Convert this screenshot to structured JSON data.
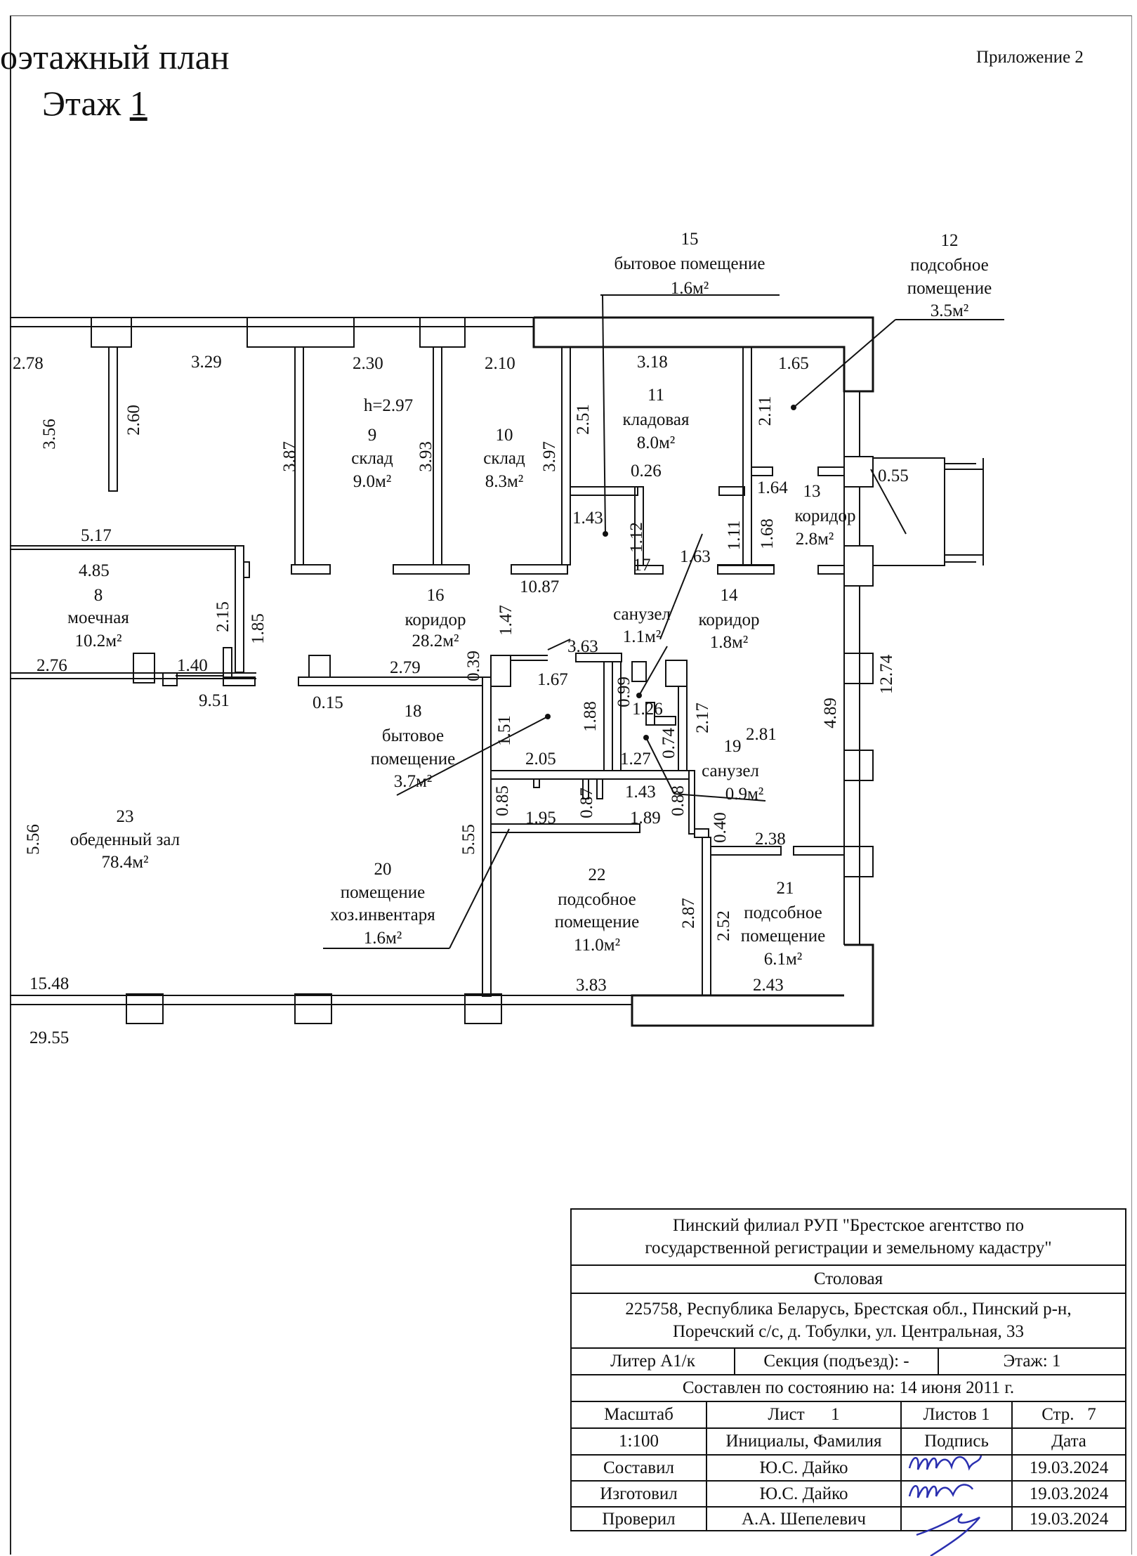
{
  "header": {
    "title": "оэтажный план",
    "floor_label": "Этаж",
    "floor_number": "1",
    "appendix": "Приложение 2"
  },
  "plan": {
    "ceiling_height": "h=2.97",
    "rooms": [
      {
        "num": "8",
        "name": "моечная",
        "area": "10.2м²"
      },
      {
        "num": "9",
        "name": "склад",
        "area": "9.0м²"
      },
      {
        "num": "10",
        "name": "склад",
        "area": "8.3м²"
      },
      {
        "num": "11",
        "name": "кладовая",
        "area": "8.0м²"
      },
      {
        "num": "12",
        "name_line1": "подсобное",
        "name_line2": "помещение",
        "area": "3.5м²"
      },
      {
        "num": "13",
        "name": "коридор",
        "area": "2.8м²"
      },
      {
        "num": "14",
        "name": "коридор",
        "area": "1.8м²"
      },
      {
        "num": "15",
        "name": "бытовое помещение",
        "area": "1.6м²"
      },
      {
        "num": "16",
        "name": "коридор",
        "area": "28.2м²"
      },
      {
        "num": "17",
        "name": "санузел",
        "area": "1.1м²"
      },
      {
        "num": "18",
        "name_line1": "бытовое",
        "name_line2": "помещение",
        "area": "3.7м²"
      },
      {
        "num": "19",
        "name": "санузел",
        "area": "0.9м²"
      },
      {
        "num": "20",
        "name_line1": "помещение",
        "name_line2": "хоз.инвентаря",
        "area": "1.6м²"
      },
      {
        "num": "21",
        "name_line1": "подсобное",
        "name_line2": "помещение",
        "area": "6.1м²"
      },
      {
        "num": "22",
        "name_line1": "подсобное",
        "name_line2": "помещение",
        "area": "11.0м²"
      },
      {
        "num": "23",
        "name": "обеденный зал",
        "area": "78.4м²"
      }
    ],
    "dimensions": {
      "d_278": "2.78",
      "d_329": "3.29",
      "d_230": "2.30",
      "d_210": "2.10",
      "d_318": "3.18",
      "d_165": "1.65",
      "d_356": "3.56",
      "d_260": "2.60",
      "d_387": "3.87",
      "d_393": "3.93",
      "d_397": "3.97",
      "d_251": "2.51",
      "d_211": "2.11",
      "d_026": "0.26",
      "d_055": "0.55",
      "d_164": "1.64",
      "d_143a": "1.43",
      "d_112": "1.12",
      "d_163": "1.63",
      "d_111": "1.11",
      "d_168": "1.68",
      "d_517": "5.17",
      "d_485": "4.85",
      "d_215": "2.15",
      "d_185": "1.85",
      "d_1087": "10.87",
      "d_147": "1.47",
      "d_363": "3.63",
      "d_1274": "12.74",
      "d_276": "2.76",
      "d_140": "1.40",
      "d_951": "9.51",
      "d_279": "2.79",
      "d_039": "0.39",
      "d_167": "1.67",
      "d_099": "0.99",
      "d_126": "1.26",
      "d_015": "0.15",
      "d_151": "1.51",
      "d_188": "1.88",
      "d_217": "2.17",
      "d_074": "0.74",
      "d_281": "2.81",
      "d_489": "4.89",
      "d_205": "2.05",
      "d_127": "1.27",
      "d_085": "0.85",
      "d_087": "0.87",
      "d_143b": "1.43",
      "d_088": "0.88",
      "d_195": "1.95",
      "d_189": "1.89",
      "d_040": "0.40",
      "d_238": "2.38",
      "d_556": "5.56",
      "d_555": "5.55",
      "d_287": "2.87",
      "d_252": "2.52",
      "d_1548": "15.48",
      "d_383": "3.83",
      "d_243": "2.43",
      "d_2955": "29.55"
    }
  },
  "stamp": {
    "org_line1": "Пинский филиал РУП \"Брестское агентство по",
    "org_line2": "государственной регистрации и земельному кадастру\"",
    "object": "Столовая",
    "address_line1": "225758, Республика Беларусь, Брестская обл., Пинский р-н,",
    "address_line2": "Поречский с/с, д. Тобулки, ул. Центральная, 33",
    "liter": "Литер А1/к",
    "section": "Секция (подъезд): -",
    "floor": "Этаж: 1",
    "as_of": "Составлен по состоянию на: 14 июня 2011 г.",
    "scale_label": "Масштаб",
    "sheet_label": "Лист",
    "sheet_value": "1",
    "sheets_label": "Листов 1",
    "page_label": "Стр.",
    "page_value": "7",
    "scale_value": "1:100",
    "initials_label": "Инициалы, Фамилия",
    "signature_label": "Подпись",
    "date_label": "Дата",
    "rows": [
      {
        "role": "Составил",
        "person": "Ю.С. Дайко",
        "date": "19.03.2024"
      },
      {
        "role": "Изготовил",
        "person": "Ю.С. Дайко",
        "date": "19.03.2024"
      },
      {
        "role": "Проверил",
        "person": "А.А. Шепелевич",
        "date": "19.03.2024"
      }
    ]
  }
}
